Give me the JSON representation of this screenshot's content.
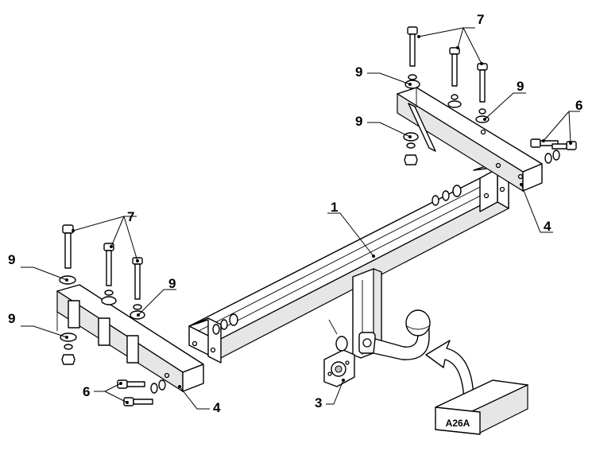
{
  "callouts": {
    "crossbar": "1",
    "ball_mount": "3",
    "bracket_left": "4",
    "bracket_right": "4",
    "bolt_short_left": "6",
    "bolt_short_right": "6",
    "bolt_long_left": "7",
    "bolt_long_right": "7",
    "washer_l1": "9",
    "washer_l2": "9",
    "washer_l3": "9",
    "washer_r1": "9",
    "washer_r2": "9",
    "washer_r3": "9"
  },
  "box_label": "A26A"
}
